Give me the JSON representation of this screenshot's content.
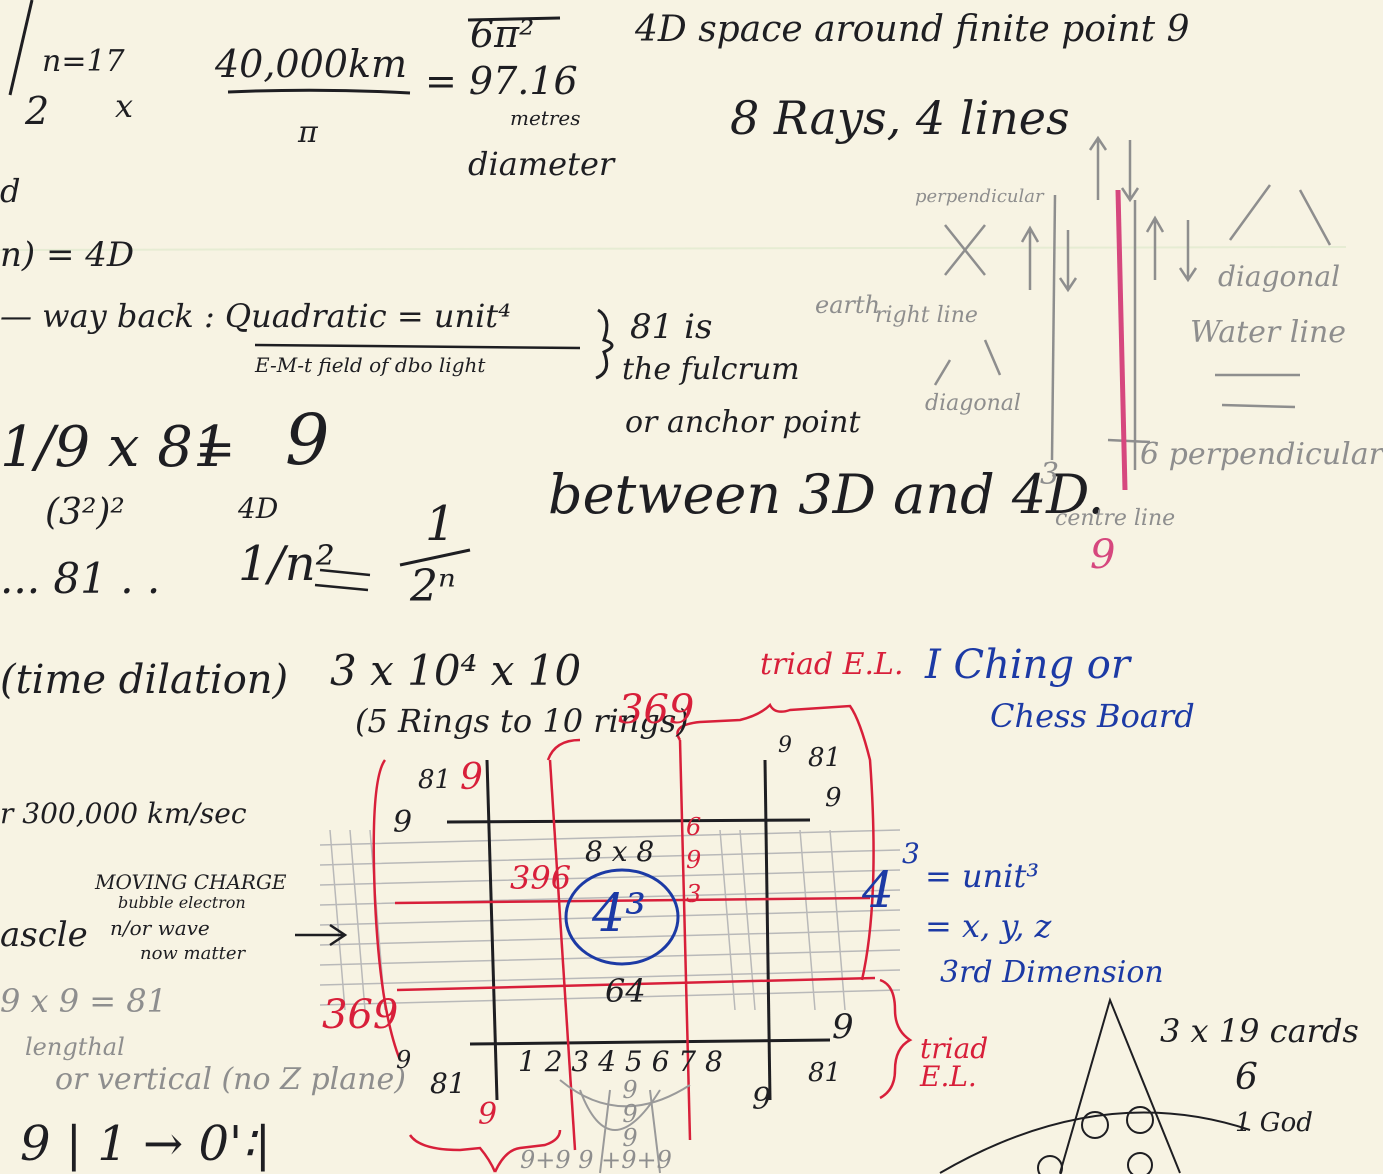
{
  "colors": {
    "paper": "#f7f3e3",
    "black_ink": "#1e1e22",
    "red_ink": "#d81f3a",
    "blue_ink": "#1c3aa5",
    "pencil": "#8e8e8e",
    "pink_pencil": "#d6477e"
  },
  "top": {
    "n17": "n=17",
    "two": "2",
    "x": "x",
    "fraction_num": "40,000km",
    "pi": "π",
    "result": "= 97.16",
    "metres": "metres",
    "diameter": "diameter",
    "six_pi_sq": "6π²",
    "space_around": "4D space around finite point 9",
    "eight_rays": "8 Rays, 4 lines"
  },
  "left": {
    "d": "d",
    "eq_4d": "n) = 4D",
    "wayback": "— way back : Quadratic = unit⁴",
    "em_field": "E-M-t field of dbo light",
    "eighty_one_is": "81 is",
    "fulcrum": "the fulcrum",
    "anchor": "or anchor point",
    "ninth_x": "1/9 x 81",
    "equals": "=",
    "nine": "9",
    "three_sq_sq": "(3²)²",
    "four_d": "4D",
    "dots_81": "... 81 .  .",
    "one_n_sq": "1/n²",
    "arrows": "⇄",
    "one": "1",
    "two_n": "2ⁿ",
    "between": "between 3D and 4D.",
    "time_dilation": "(time dilation)",
    "three_ten": "3 x 10⁴ x 10",
    "rings": "(5 Rings to 10 rings)",
    "speed": "r 300,000 km/sec",
    "moving_charge": "MOVING CHARGE",
    "bubble": "bubble electron",
    "wave": "n/or wave",
    "matter": "now matter",
    "ascle": "ascle",
    "arrow": "⟶",
    "nine_x_nine": "9 x 9 = 81",
    "lengthal": "lengthal",
    "vertical": "or vertical (no Z plane)",
    "bottom": "9 | 1 → 0'∶|"
  },
  "right_sketch": {
    "perpendicular": "perpendicular",
    "earth": "earth",
    "right_line": "right line",
    "diagonal_left": "diagonal",
    "diagonal_right": "diagonal",
    "water_line": "Water line",
    "three": "3",
    "six_perp": "6 perpendicular",
    "centre_line": "centre line",
    "nine": "9"
  },
  "grid": {
    "triad_top": "triad E.L.",
    "three_six_nine_top": "369",
    "i_ching": "I Ching or",
    "chess_board": "Chess Board",
    "tl_81": "81",
    "tl_9_red": "9",
    "tl_9": "9",
    "tr_9": "9",
    "tr_81": "81",
    "tr_9b": "9",
    "eight_x_eight": "8 x 8",
    "three_nine_six": "396",
    "stack_6": "6",
    "stack_9": "9",
    "stack_3": "3",
    "center": "4³",
    "sixty_four": "64",
    "four_cubed": "4",
    "exp3": "3",
    "unit3": "= unit³",
    "xyz": "= x, y, z",
    "third_dim": "3rd Dimension",
    "three_six_nine_left": "369",
    "bl_9": "9",
    "bl_81": "81",
    "bottom_nums": "1 2 3 4 5 6 7 8",
    "br_9": "9",
    "br_81": "81",
    "triad_bottom": "triad E.L.",
    "bottom_9_red": "9",
    "bottom_9": "9",
    "nine_stack": "9 9 9",
    "sum": "9+9 9 +9+9",
    "three_x_19": "3 x 19 cards",
    "six": "6",
    "one_god": "1 God"
  }
}
